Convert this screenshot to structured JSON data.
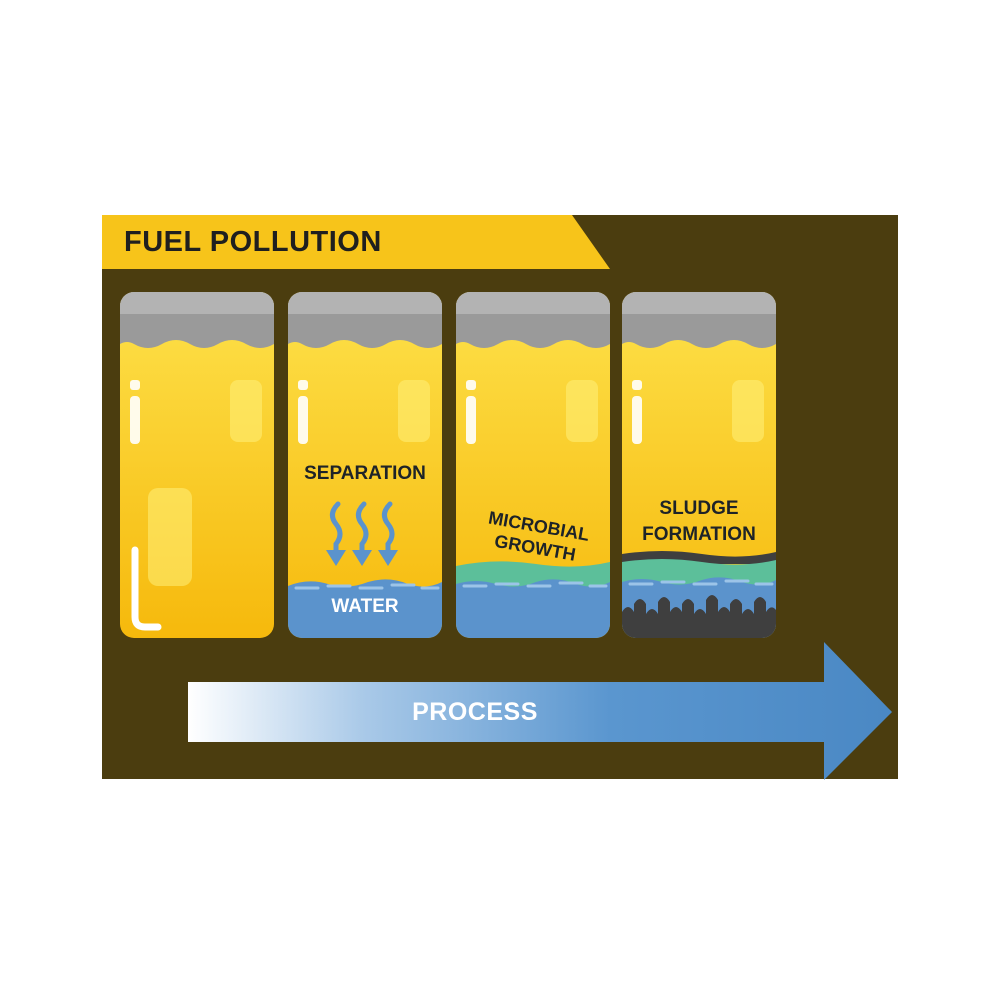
{
  "header": {
    "title": "FUEL POLLUTION"
  },
  "stages": [
    {
      "id": "clean-fuel",
      "label": ""
    },
    {
      "id": "separation",
      "label": "SEPARATION",
      "layer_label": "WATER"
    },
    {
      "id": "microbial",
      "label_lines": [
        "MICROBIAL",
        "GROWTH"
      ]
    },
    {
      "id": "sludge",
      "label_lines": [
        "SLUDGE",
        "FORMATION"
      ]
    }
  ],
  "process": {
    "label": "PROCESS"
  },
  "colors": {
    "background_panel": "#4b3d0f",
    "banner": "#f7c41a",
    "fuel": "#f9c80e",
    "headspace": "#9a9a9a",
    "water": "#5b93cc",
    "microbial": "#5cbf9a",
    "sludge": "#3f3f3f",
    "arrow": "#5a96cf",
    "text_dark": "#1e2328",
    "text_light": "#ffffff"
  }
}
